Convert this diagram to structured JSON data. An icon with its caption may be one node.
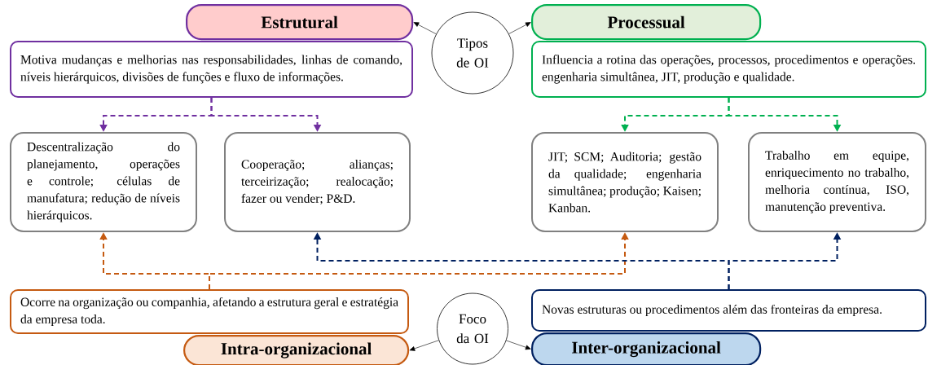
{
  "diagram": {
    "nodes": [
      {
        "text": [
          "Estrutural"
        ]
      },
      {
        "text": [
          "Motiva mudanças e melhorias nas responsabilidades, linhas de comando, níveis hierárquicos, divisões de funções e fluxo de informações."
        ]
      },
      {
        "text": [
          "Tipos de OI"
        ]
      },
      {
        "text": [
          "Processual"
        ]
      },
      {
        "text": [
          "Influencia a rotina das operações, processos, procedimentos e operações. engenharia simultânea, JIT, produção e qualidade."
        ]
      },
      {
        "text": [
          "Descentralização do planejamento, operações e controle; células de manufatura; redução de níveis hierárquicos."
        ]
      },
      {
        "text": [
          "Cooperação; alianças; terceirização; realocação; fazer ou vender; P&D."
        ]
      },
      {
        "text": [
          "JIT; SCM; Auditoria; gestão da qualidade; engenharia simultânea; produção; Kaisen; Kanban."
        ]
      },
      {
        "text": [
          "Trabalho em equipe, enriquecimento no trabalho, melhoria contínua, ISO, manutenção preventiva."
        ]
      },
      {
        "text": [
          "Ocorre na organização ou companhia, afetando a estrutura geral e estratégia da empresa toda."
        ]
      },
      {
        "text": [
          "Foco da OI"
        ]
      },
      {
        "text": [
          "Intra-organizacional"
        ]
      },
      {
        "text": [
          "Novas estruturas ou procedimentos além das fronteiras da empresa."
        ]
      },
      {
        "text": [
          "Inter-organizacional"
        ]
      }
    ],
    "edges": [
      {
        "from": 2,
        "to": 0,
        "arrow": "to"
      },
      {
        "from": 2,
        "to": 3,
        "arrow": "to"
      },
      {
        "from": 10,
        "to": 11,
        "arrow": "to"
      },
      {
        "from": 10,
        "to": 13,
        "arrow": "to"
      },
      {
        "from": 1,
        "to": 5,
        "arrow": "to",
        "style": "dashed",
        "color": "#7030a0"
      },
      {
        "from": 1,
        "to": 6,
        "arrow": "to",
        "style": "dashed",
        "color": "#7030a0"
      },
      {
        "from": 4,
        "to": 7,
        "arrow": "to",
        "style": "dashed",
        "color": "#00b050"
      },
      {
        "from": 4,
        "to": 8,
        "arrow": "to",
        "style": "dashed",
        "color": "#00b050"
      },
      {
        "from": 9,
        "to": 5,
        "arrow": "to",
        "style": "dashed",
        "color": "#c55a11"
      },
      {
        "from": 9,
        "to": 7,
        "arrow": "to",
        "style": "dashed",
        "color": "#c55a11"
      },
      {
        "from": 12,
        "to": 6,
        "arrow": "to",
        "style": "dashed",
        "color": "#002060"
      },
      {
        "from": 12,
        "to": 8,
        "arrow": "to",
        "style": "dashed",
        "color": "#002060"
      }
    ]
  }
}
